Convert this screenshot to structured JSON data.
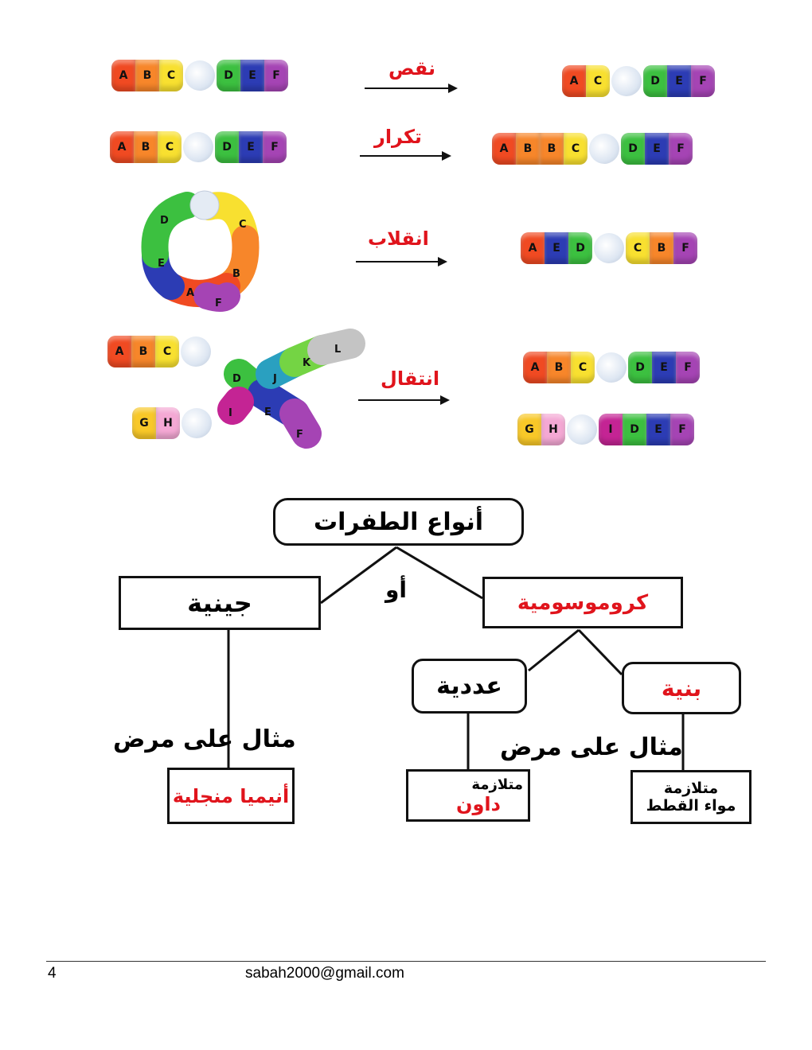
{
  "colors": {
    "A": "#f04a22",
    "B": "#f7862a",
    "C": "#f8e030",
    "D": "#3cc040",
    "E": "#2c3cb4",
    "F": "#a544b4",
    "G": "#f8c828",
    "H": "#f4a8d4",
    "I": "#c42494",
    "J": "#2aa0c0",
    "K": "#74d444",
    "L": "#c4c4c4",
    "accent": "#e0141c"
  },
  "mutations": [
    {
      "label": "نقص",
      "before": [
        "A",
        "B",
        "C",
        "o",
        "D",
        "E",
        "F"
      ],
      "after": [
        "A",
        "C",
        "o",
        "D",
        "E",
        "F"
      ]
    },
    {
      "label": "تكرار",
      "before": [
        "A",
        "B",
        "C",
        "o",
        "D",
        "E",
        "F"
      ],
      "after": [
        "A",
        "B",
        "B",
        "C",
        "o",
        "D",
        "E",
        "F"
      ]
    },
    {
      "label": "انقلاب",
      "before_ring": [
        "D",
        "C",
        "B",
        "A",
        "E",
        "F"
      ],
      "after": [
        "A",
        "E",
        "D",
        "o",
        "C",
        "B",
        "F"
      ]
    },
    {
      "label": "انتقال",
      "before": [
        [
          "A",
          "B",
          "C",
          "o"
        ],
        [
          "G",
          "H",
          "o"
        ]
      ],
      "before_cross": [
        "D",
        "J",
        "K",
        "L",
        "I",
        "E",
        "F"
      ],
      "after": [
        [
          "A",
          "B",
          "C",
          "o",
          "D",
          "E",
          "F"
        ],
        [
          "G",
          "H",
          "o",
          "I",
          "D",
          "E",
          "F"
        ]
      ]
    }
  ],
  "diagram": {
    "title": "أنواع الطفرات",
    "or": "أو",
    "genetic": "جينية",
    "chromosomal": "كروموسومية",
    "numerical": "عددية",
    "structural": "بنية",
    "example_left": "مثال على مرض",
    "example_right": "مثال على مرض",
    "disease_genetic": "أنيميا منجلية",
    "disease_numerical_1": "متلازمة",
    "disease_numerical_2": "داون",
    "disease_structural_1": "متلازمة",
    "disease_structural_2": "مواء القطط"
  },
  "footer": {
    "page": "4",
    "email": "sabah2000@gmail.com"
  }
}
